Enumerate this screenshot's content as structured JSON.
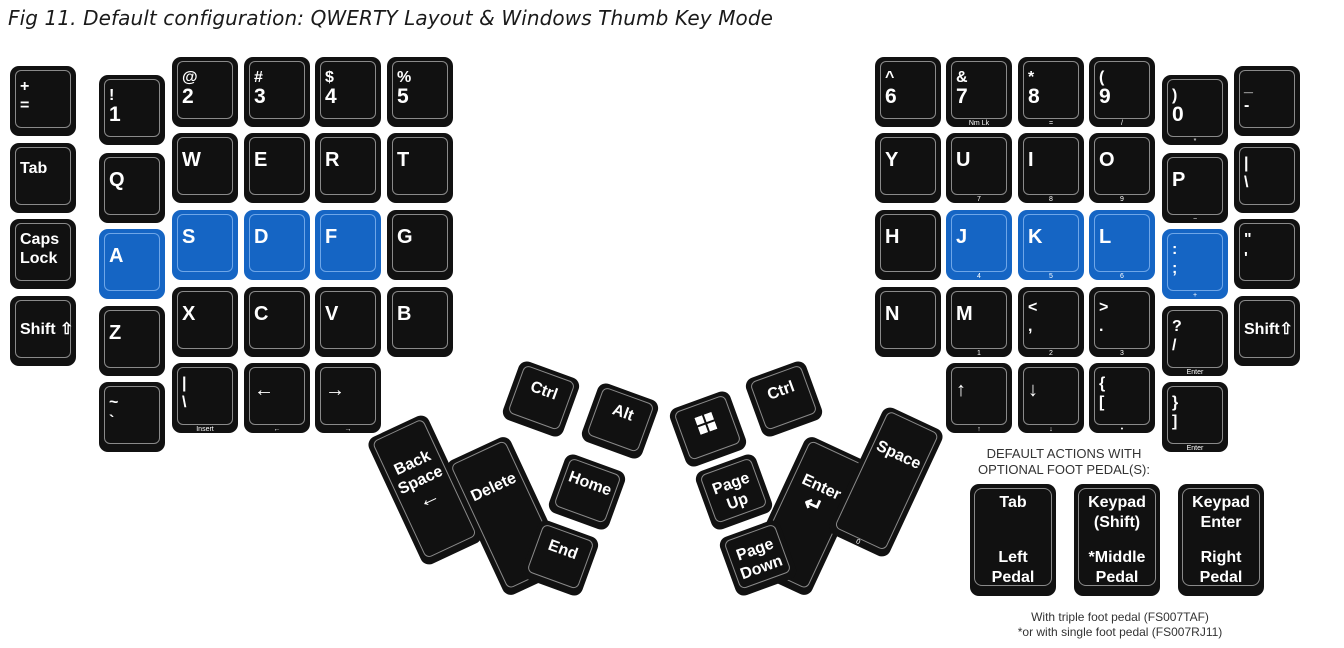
{
  "caption": "Fig 11.  Default configuration: QWERTY Layout & Windows Thumb Key Mode",
  "left_keys": [
    {
      "name": "key-plus-equals",
      "l1": "+",
      "l2": "=",
      "sub": "",
      "blue": false
    },
    {
      "name": "key-1",
      "l1": "!",
      "l2": "1",
      "sub": "",
      "blue": false
    },
    {
      "name": "key-2",
      "l1": "@",
      "l2": "2",
      "sub": "",
      "blue": false
    },
    {
      "name": "key-3",
      "l1": "#",
      "l2": "3",
      "sub": "",
      "blue": false
    },
    {
      "name": "key-4",
      "l1": "$",
      "l2": "4",
      "sub": "",
      "blue": false
    },
    {
      "name": "key-5",
      "l1": "%",
      "l2": "5",
      "sub": "",
      "blue": false
    },
    {
      "name": "key-tab",
      "l1": "Tab",
      "l2": "",
      "sub": "",
      "blue": false
    },
    {
      "name": "key-q",
      "l1": "Q",
      "l2": "",
      "sub": "",
      "blue": false
    },
    {
      "name": "key-w",
      "l1": "W",
      "l2": "",
      "sub": "",
      "blue": false
    },
    {
      "name": "key-e",
      "l1": "E",
      "l2": "",
      "sub": "",
      "blue": false
    },
    {
      "name": "key-r",
      "l1": "R",
      "l2": "",
      "sub": "",
      "blue": false
    },
    {
      "name": "key-t",
      "l1": "T",
      "l2": "",
      "sub": "",
      "blue": false
    },
    {
      "name": "key-caps-lock",
      "l1": "Caps",
      "l2": "Lock",
      "sub": "",
      "blue": false
    },
    {
      "name": "key-a",
      "l1": "A",
      "l2": "",
      "sub": "",
      "blue": true
    },
    {
      "name": "key-s",
      "l1": "S",
      "l2": "",
      "sub": "",
      "blue": true
    },
    {
      "name": "key-d",
      "l1": "D",
      "l2": "",
      "sub": "",
      "blue": true
    },
    {
      "name": "key-f",
      "l1": "F",
      "l2": "",
      "sub": "",
      "blue": true
    },
    {
      "name": "key-g",
      "l1": "G",
      "l2": "",
      "sub": "",
      "blue": false
    },
    {
      "name": "key-left-shift",
      "l1": "Shift ⇧",
      "l2": "",
      "sub": "",
      "blue": false
    },
    {
      "name": "key-z",
      "l1": "Z",
      "l2": "",
      "sub": "",
      "blue": false
    },
    {
      "name": "key-x",
      "l1": "X",
      "l2": "",
      "sub": "",
      "blue": false
    },
    {
      "name": "key-c",
      "l1": "C",
      "l2": "",
      "sub": "",
      "blue": false
    },
    {
      "name": "key-v",
      "l1": "V",
      "l2": "",
      "sub": "",
      "blue": false
    },
    {
      "name": "key-b",
      "l1": "B",
      "l2": "",
      "sub": "",
      "blue": false
    },
    {
      "name": "key-tilde",
      "l1": "~",
      "l2": "`",
      "sub": "",
      "blue": false
    },
    {
      "name": "key-pipe-backslash",
      "l1": "|",
      "l2": "\\",
      "sub": "Insert",
      "blue": false
    },
    {
      "name": "key-left-arrow",
      "l1": "←",
      "l2": "",
      "sub": "←",
      "blue": false
    },
    {
      "name": "key-right-arrow",
      "l1": "→",
      "l2": "",
      "sub": "→",
      "blue": false
    }
  ],
  "right_keys": [
    {
      "name": "key-6",
      "l1": "^",
      "l2": "6",
      "sub": "",
      "blue": false
    },
    {
      "name": "key-7",
      "l1": "&",
      "l2": "7",
      "sub": "Nm Lk",
      "blue": false
    },
    {
      "name": "key-8",
      "l1": "*",
      "l2": "8",
      "sub": "=",
      "blue": false
    },
    {
      "name": "key-9",
      "l1": "(",
      "l2": "9",
      "sub": "/",
      "blue": false
    },
    {
      "name": "key-0",
      "l1": ")",
      "l2": "0",
      "sub": "*",
      "blue": false
    },
    {
      "name": "key-minus",
      "l1": "_",
      "l2": "-",
      "sub": "",
      "blue": false
    },
    {
      "name": "key-y",
      "l1": "Y",
      "l2": "",
      "sub": "",
      "blue": false
    },
    {
      "name": "key-u",
      "l1": "U",
      "l2": "",
      "sub": "7",
      "blue": false
    },
    {
      "name": "key-i",
      "l1": "I",
      "l2": "",
      "sub": "8",
      "blue": false
    },
    {
      "name": "key-o",
      "l1": "O",
      "l2": "",
      "sub": "9",
      "blue": false
    },
    {
      "name": "key-p",
      "l1": "P",
      "l2": "",
      "sub": "−",
      "blue": false
    },
    {
      "name": "key-backslash",
      "l1": "|",
      "l2": "\\",
      "sub": "",
      "blue": false
    },
    {
      "name": "key-h",
      "l1": "H",
      "l2": "",
      "sub": "",
      "blue": false
    },
    {
      "name": "key-j",
      "l1": "J",
      "l2": "",
      "sub": "4",
      "blue": true
    },
    {
      "name": "key-k",
      "l1": "K",
      "l2": "",
      "sub": "5",
      "blue": true
    },
    {
      "name": "key-l",
      "l1": "L",
      "l2": "",
      "sub": "6",
      "blue": true
    },
    {
      "name": "key-semicolon",
      "l1": ":",
      "l2": ";",
      "sub": "+",
      "blue": true
    },
    {
      "name": "key-quote",
      "l1": "\"",
      "l2": "'",
      "sub": "",
      "blue": false
    },
    {
      "name": "key-n",
      "l1": "N",
      "l2": "",
      "sub": "",
      "blue": false
    },
    {
      "name": "key-m",
      "l1": "M",
      "l2": "",
      "sub": "1",
      "blue": false
    },
    {
      "name": "key-comma",
      "l1": "<",
      "l2": ",",
      "sub": "2",
      "blue": false
    },
    {
      "name": "key-period",
      "l1": ">",
      "l2": ".",
      "sub": "3",
      "blue": false
    },
    {
      "name": "key-slash",
      "l1": "?",
      "l2": "/",
      "sub": "Enter",
      "blue": false
    },
    {
      "name": "key-right-shift",
      "l1": "Shift⇧",
      "l2": "",
      "sub": "",
      "blue": false
    },
    {
      "name": "key-up-arrow",
      "l1": "↑",
      "l2": "",
      "sub": "↑",
      "blue": false
    },
    {
      "name": "key-down-arrow",
      "l1": "↓",
      "l2": "",
      "sub": "↓",
      "blue": false
    },
    {
      "name": "key-bracket-left",
      "l1": "{",
      "l2": "[",
      "sub": "•",
      "blue": false
    },
    {
      "name": "key-bracket-right",
      "l1": "}",
      "l2": "]",
      "sub": "Enter",
      "blue": false
    }
  ],
  "left_thumb": [
    {
      "name": "key-ctrl-left",
      "l1": "Ctrl",
      "l2": "",
      "sub": ""
    },
    {
      "name": "key-alt",
      "l1": "Alt",
      "l2": "",
      "sub": ""
    },
    {
      "name": "key-backspace",
      "l1": "Back",
      "l2": "Space",
      "l3": "←",
      "sub": ""
    },
    {
      "name": "key-delete",
      "l1": "Delete",
      "l2": "",
      "sub": ""
    },
    {
      "name": "key-home",
      "l1": "Home",
      "l2": "",
      "sub": ""
    },
    {
      "name": "key-end",
      "l1": "End",
      "l2": "",
      "sub": ""
    }
  ],
  "right_thumb": [
    {
      "name": "key-windows",
      "l1": "",
      "l2": "",
      "icon": "windows-icon",
      "sub": ""
    },
    {
      "name": "key-ctrl-right",
      "l1": "Ctrl",
      "l2": "",
      "sub": ""
    },
    {
      "name": "key-page-up",
      "l1": "Page",
      "l2": "Up",
      "sub": ""
    },
    {
      "name": "key-enter",
      "l1": "Enter",
      "l2": "↵",
      "sub": ""
    },
    {
      "name": "key-space",
      "l1": "Space",
      "l2": "",
      "sub": "0"
    },
    {
      "name": "key-page-down",
      "l1": "Page",
      "l2": "Down",
      "sub": ""
    }
  ],
  "pedals": {
    "heading_line1": "DEFAULT ACTIONS WITH",
    "heading_line2": "OPTIONAL FOOT PEDAL(S):",
    "items": [
      {
        "name": "pedal-left",
        "top1": "Tab",
        "top2": "",
        "bot1": "Left",
        "bot2": "Pedal"
      },
      {
        "name": "pedal-middle",
        "top1": "Keypad",
        "top2": "(Shift)",
        "bot1": "*Middle",
        "bot2": "Pedal"
      },
      {
        "name": "pedal-right",
        "top1": "Keypad",
        "top2": "Enter",
        "bot1": "Right",
        "bot2": "Pedal"
      }
    ],
    "note1": "With triple foot pedal (FS007TAF)",
    "note2": "*or with single foot pedal (FS007RJ11)"
  }
}
